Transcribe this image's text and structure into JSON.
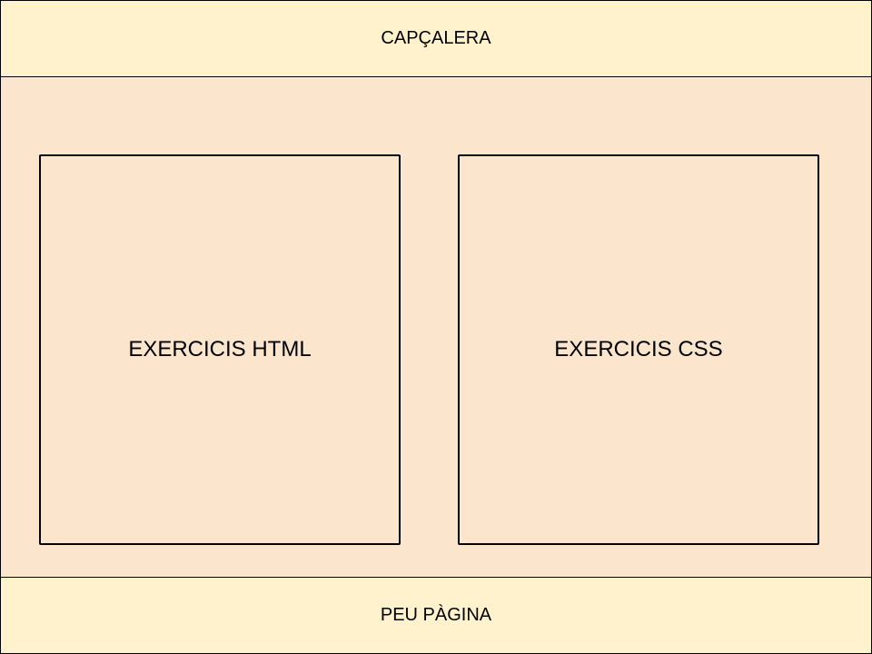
{
  "colors": {
    "header_bg": "#fff2cc",
    "main_bg": "#fce5cd",
    "box_bg": "#fce5cd",
    "footer_bg": "#fff2cc",
    "border": "#000000"
  },
  "header": {
    "label": "CAPÇALERA"
  },
  "main": {
    "boxes": [
      {
        "label": "EXERCICIS HTML"
      },
      {
        "label": "EXERCICIS CSS"
      }
    ]
  },
  "footer": {
    "label": "PEU PÀGINA"
  }
}
